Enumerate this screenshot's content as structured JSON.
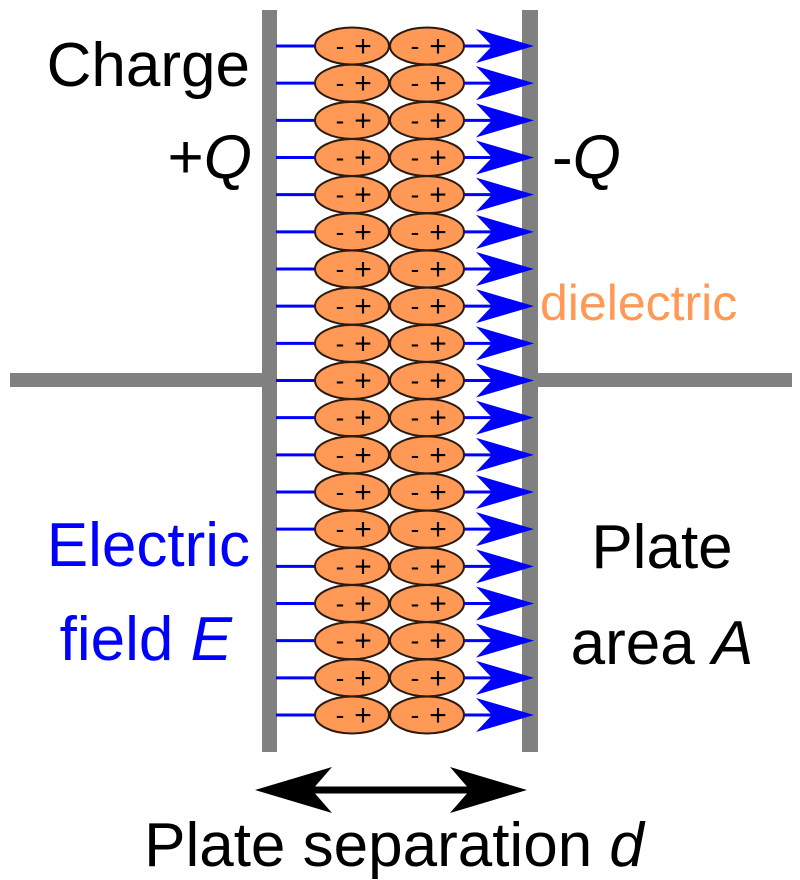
{
  "labels": {
    "charge_line1": "Charge",
    "charge_plus": "+",
    "charge_q": "Q",
    "neg_minus": "-",
    "neg_q": "Q",
    "dielectric": "dielectric",
    "efield_line1": "Electric",
    "efield_line2": "field ",
    "efield_symbol": "E",
    "area_line1": "Plate",
    "area_line2": "area ",
    "area_symbol": "A",
    "separation": "Plate separation ",
    "separation_symbol": "d"
  },
  "dipole": {
    "minus": "-",
    "plus": "+"
  },
  "rows": 19,
  "dipole_columns": 2,
  "colors": {
    "plate": "#808080",
    "field": "#0000ff",
    "dielectric_fill": "#ff9955",
    "dielectric_text": "#ff9955",
    "text": "#000000",
    "field_text": "#0000ff"
  }
}
